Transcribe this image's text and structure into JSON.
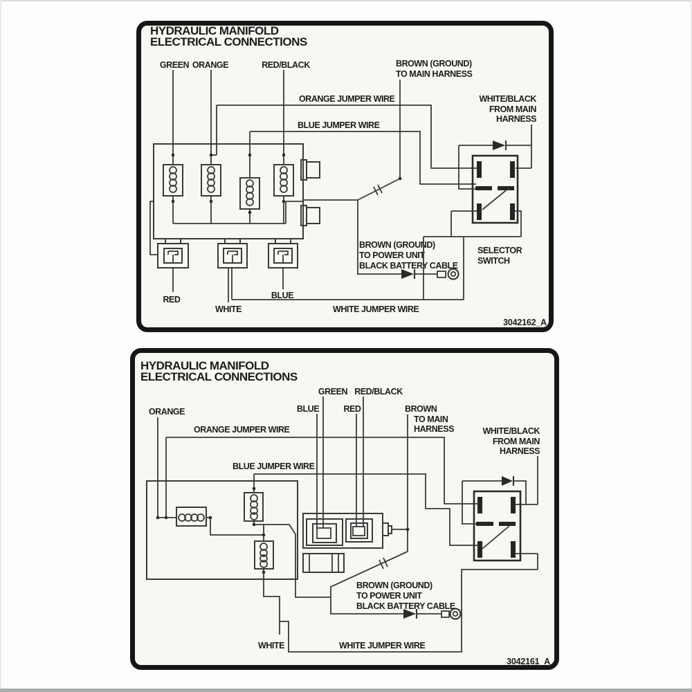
{
  "colors": {
    "page_bg": "#fdfdfc",
    "decal_bg": "#f8f7f4",
    "decal_border": "#161616",
    "line": "#3a3938",
    "text": "#1b1b19"
  },
  "top_decal": {
    "title": [
      "HYDRAULIC MANIFOLD",
      "ELECTRICAL CONNECTIONS"
    ],
    "part_number": "3042162_A",
    "labels": {
      "green": "GREEN",
      "orange": "ORANGE",
      "red_black": "RED/BLACK",
      "brown_main": [
        "BROWN (GROUND)",
        "TO MAIN HARNESS"
      ],
      "orange_jumper": "ORANGE JUMPER WIRE",
      "blue_jumper": "BLUE JUMPER WIRE",
      "white_black_main": [
        "WHITE/BLACK",
        "FROM MAIN",
        "HARNESS"
      ],
      "selector_switch": [
        "SELECTOR",
        "SWITCH"
      ],
      "brown_power": [
        "BROWN (GROUND)",
        "TO POWER UNIT",
        "BLACK BATTERY CABLE"
      ],
      "red": "RED",
      "white": "WHITE",
      "blue": "BLUE",
      "white_jumper": "WHITE JUMPER WIRE"
    }
  },
  "bottom_decal": {
    "title": [
      "HYDRAULIC MANIFOLD",
      "ELECTRICAL CONNECTIONS"
    ],
    "part_number": "3042161_A",
    "labels": {
      "orange": "ORANGE",
      "green": "GREEN",
      "red_black": "RED/BLACK",
      "blue": "BLUE",
      "red": "RED",
      "brown_main": [
        "BROWN",
        "TO MAIN",
        "HARNESS"
      ],
      "orange_jumper": "ORANGE JUMPER WIRE",
      "blue_jumper": "BLUE JUMPER WIRE",
      "white_black_main": [
        "WHITE/BLACK",
        "FROM MAIN",
        "HARNESS"
      ],
      "brown_power": [
        "BROWN (GROUND)",
        "TO POWER UNIT",
        "BLACK BATTERY CABLE"
      ],
      "white": "WHITE",
      "white_jumper": "WHITE JUMPER WIRE"
    }
  }
}
